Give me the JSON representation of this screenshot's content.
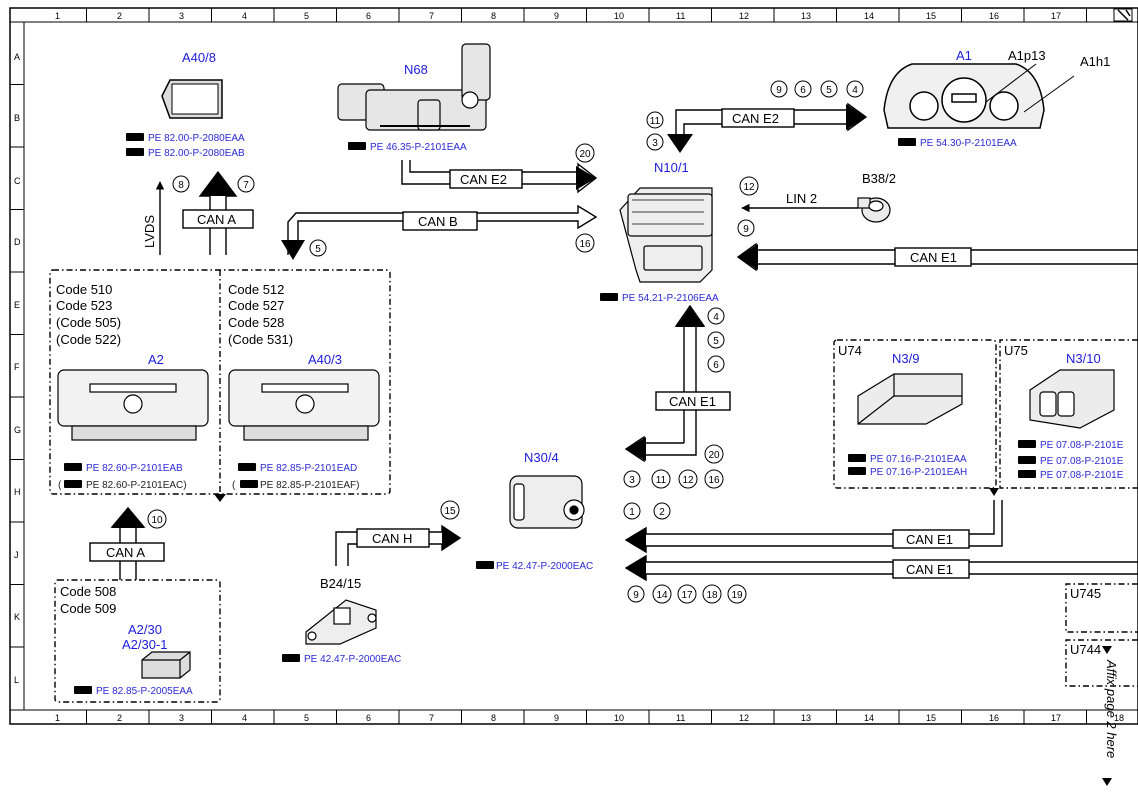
{
  "sheet": {
    "columns": [
      "1",
      "2",
      "3",
      "4",
      "5",
      "6",
      "7",
      "8",
      "9",
      "10",
      "11",
      "12",
      "13",
      "14",
      "15",
      "16",
      "17",
      "18"
    ],
    "rows": [
      "A",
      "B",
      "C",
      "D",
      "E",
      "F",
      "G",
      "H",
      "J",
      "K",
      "L"
    ],
    "affix_note": "Affix page 2 here"
  },
  "components": {
    "a40_8": {
      "name": "A40/8",
      "refs": [
        "PE 82.00-P-2080EAA",
        "PE 82.00-P-2080EAB"
      ]
    },
    "n68": {
      "name": "N68",
      "ref": "PE 46.35-P-2101EAA"
    },
    "a1": {
      "name": "A1",
      "sub1": "A1p13",
      "sub2": "A1h1",
      "ref": "PE 54.30-P-2101EAA"
    },
    "n10_1": {
      "name": "N10/1",
      "ref": "PE 54.21-P-2106EAA"
    },
    "b38_2": {
      "name": "B38/2"
    },
    "a2": {
      "name": "A2",
      "codes": [
        "Code 510",
        "Code 523",
        "(Code 505)",
        "(Code 522)"
      ],
      "ref1": "PE 82.60-P-2101EAB",
      "ref2": "PE 82.60-P-2101EAC)",
      "ref2_open": "("
    },
    "a40_3": {
      "name": "A40/3",
      "codes": [
        "Code 512",
        "Code 527",
        "Code 528",
        "(Code 531)"
      ],
      "ref1": "PE 82.85-P-2101EAD",
      "ref2": "PE 82.85-P-2101EAF)",
      "ref2_open": "("
    },
    "n3_9": {
      "group": "U74",
      "name": "N3/9",
      "refs": [
        "PE 07.16-P-2101EAA",
        "PE 07.16-P-2101EAH"
      ]
    },
    "n3_10": {
      "group": "U75",
      "name": "N3/10",
      "refs": [
        "PE 07.08-P-2101E",
        "PE 07.08-P-2101E",
        "PE 07.08-P-2101E"
      ]
    },
    "n30_4": {
      "name": "N30/4",
      "ref": "PE 42.47-P-2000EAC"
    },
    "b24_15": {
      "name": "B24/15",
      "ref": "PE 42.47-P-2000EAC"
    },
    "a2_30": {
      "name": "A2/30",
      "name2": "A2/30-1",
      "codes": [
        "Code 508",
        "Code 509"
      ],
      "ref": "PE 82.85-P-2005EAA"
    },
    "u745": {
      "name": "U745"
    },
    "u744": {
      "name": "U744"
    }
  },
  "buses": {
    "can_a": "CAN A",
    "can_b": "CAN B",
    "can_e1": "CAN E1",
    "can_e2": "CAN E2",
    "can_h": "CAN H",
    "lin2": "LIN 2",
    "lvds": "LVDS"
  },
  "connectors": {
    "c_11": "11",
    "c_3": "3",
    "c_e2_9": "9",
    "c_e2_6": "6",
    "c_e2_5": "5",
    "c_e2_4": "4",
    "c_20": "20",
    "c_16": "16",
    "c_12": "12",
    "c_9": "9",
    "c_8": "8",
    "c_7": "7",
    "c_5": "5",
    "c_e1_4": "4",
    "c_e1_5": "5",
    "c_e1_6": "6",
    "c_b_3": "3",
    "c_b_11": "11",
    "c_b_12": "12",
    "c_b_16": "16",
    "c_b_20": "20",
    "c_1": "1",
    "c_2": "2",
    "c_k9": "9",
    "c_k14": "14",
    "c_k17": "17",
    "c_k18": "18",
    "c_k19": "19",
    "c_15": "15",
    "c_10": "10"
  }
}
